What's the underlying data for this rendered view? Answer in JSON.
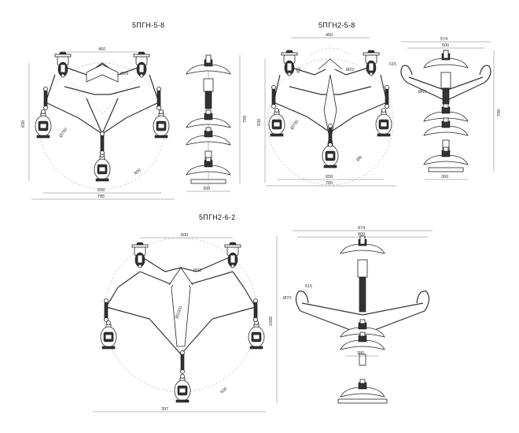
{
  "titles": {
    "fig1": "5ПГН-5-8",
    "fig2": "5ПГН2-5-8",
    "fig3": "5ПГН2-6-2"
  },
  "dims": {
    "f1_top": "450",
    "f1_d29": "Ø29",
    "f1_left": "630",
    "f1_d700": "Ø700",
    "f1_r": "400",
    "f1_w1": "658",
    "f1_w2": "785",
    "f1s_h": "798",
    "f1s_w": "300",
    "f2_top": "450",
    "f2_d22": "Ø22",
    "f2_d1": "Ø1",
    "f2_left": "630",
    "f2_d700": "Ø700",
    "f2_r": "Ø8",
    "f2_w1": "658",
    "f2_w2": "785",
    "f2s_w1": "574",
    "f2s_w2": "500",
    "f2s_615": "615",
    "f2s_d65": "Ø65",
    "f2s_h": "798",
    "f2s_w3": "300",
    "f3_top": "600",
    "f3_d": "Ø22",
    "f3_d2": "Ø1000",
    "f3_r": "600",
    "f3_w": "397",
    "f3s_w1": "874",
    "f3s_w2": "800",
    "f3s_615": "615",
    "f3s_d": "Ø70",
    "f3s_h": "1000",
    "f3s_w3": "380"
  }
}
